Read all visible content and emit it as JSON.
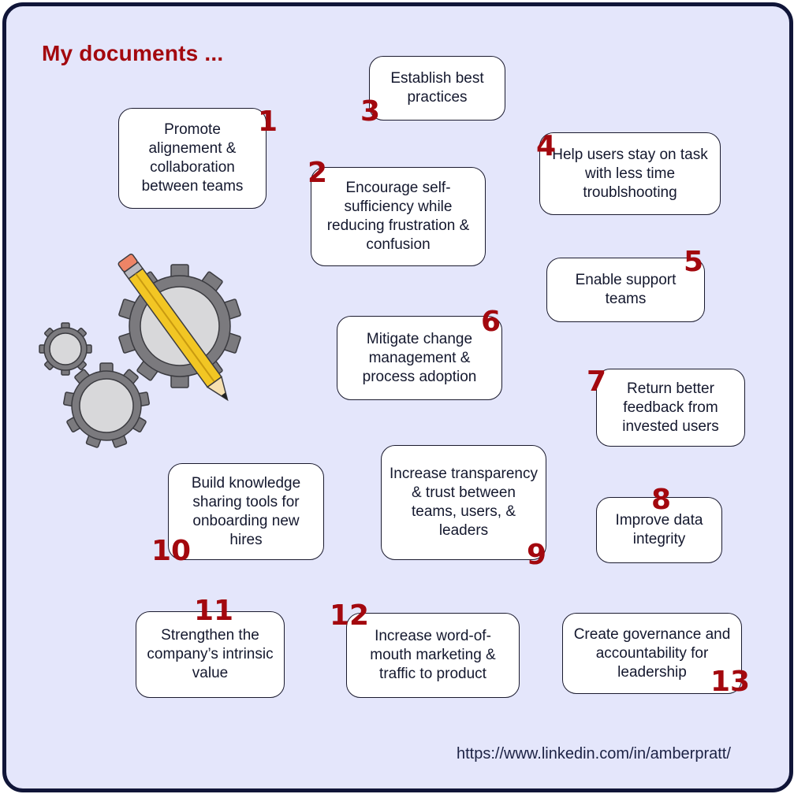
{
  "title": "My documents ...",
  "url": "https://www.linkedin.com/in/amberpratt/",
  "colors": {
    "accent": "#a3080e",
    "background": "#e4e6fb",
    "border": "#101538"
  },
  "items": [
    {
      "number": "1",
      "text": "Promote alignement & collaboration between teams"
    },
    {
      "number": "2",
      "text": "Encourage self-sufficiency while reducing frustration & confusion"
    },
    {
      "number": "3",
      "text": "Establish best practices"
    },
    {
      "number": "4",
      "text": "Help users stay on task with less time troublshooting"
    },
    {
      "number": "5",
      "text": "Enable support teams"
    },
    {
      "number": "6",
      "text": "Mitigate change management & process adoption"
    },
    {
      "number": "7",
      "text": "Return better feedback from invested users"
    },
    {
      "number": "8",
      "text": "Improve data integrity"
    },
    {
      "number": "9",
      "text": "Increase transparency & trust between teams, users, & leaders"
    },
    {
      "number": "10",
      "text": "Build knowledge sharing tools for onboarding new hires"
    },
    {
      "number": "11",
      "text": "Strengthen the company’s intrinsic value"
    },
    {
      "number": "12",
      "text": "Increase word-of-mouth marketing & traffic to product"
    },
    {
      "number": "13",
      "text": "Create governance and accountability for leadership"
    }
  ],
  "illustration": {
    "icon": "gears-and-pencil-icon"
  }
}
